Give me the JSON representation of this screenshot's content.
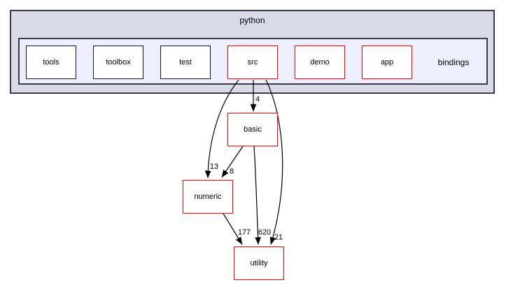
{
  "diagram": {
    "type": "directory-dependency-graph",
    "outer_cluster": {
      "label": "python"
    },
    "inner_cluster": {
      "label": "bindings"
    },
    "nodes": [
      {
        "id": "tools",
        "label": "tools",
        "border": "black"
      },
      {
        "id": "toolbox",
        "label": "toolbox",
        "border": "black"
      },
      {
        "id": "test",
        "label": "test",
        "border": "black"
      },
      {
        "id": "src",
        "label": "src",
        "border": "red"
      },
      {
        "id": "demo",
        "label": "demo",
        "border": "red"
      },
      {
        "id": "app",
        "label": "app",
        "border": "red"
      },
      {
        "id": "basic",
        "label": "basic",
        "border": "red"
      },
      {
        "id": "numeric",
        "label": "numeric",
        "border": "red"
      },
      {
        "id": "utility",
        "label": "utility",
        "border": "red"
      }
    ],
    "edges": [
      {
        "from": "src",
        "to": "basic",
        "label": "4"
      },
      {
        "from": "src",
        "to": "numeric",
        "label": "13"
      },
      {
        "from": "basic",
        "to": "numeric",
        "label": "8"
      },
      {
        "from": "numeric",
        "to": "utility",
        "label": "177"
      },
      {
        "from": "basic",
        "to": "utility",
        "label": "620"
      },
      {
        "from": "src",
        "to": "utility",
        "label": "21"
      }
    ],
    "colors": {
      "outer_fill": "#d9d9e8",
      "inner_fill": "#eeeeff",
      "cluster_border": "#3b3b4d",
      "node_fill": "#ffffff",
      "highlight_border": "#ff0000",
      "normal_border": "#141428",
      "edge": "#000000"
    }
  }
}
